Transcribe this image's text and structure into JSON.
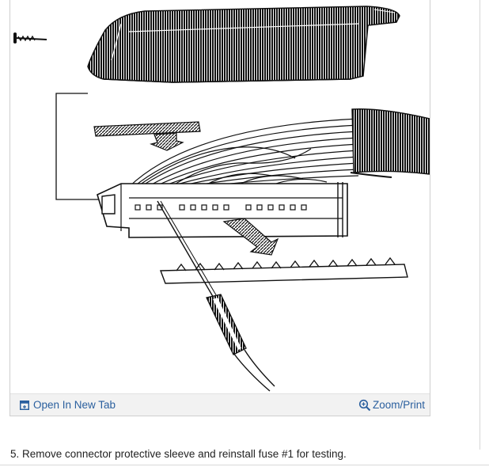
{
  "figure": {
    "alt_description": "",
    "toolbar": {
      "open_new_tab_label": "Open In New Tab",
      "zoom_print_label": "Zoom/Print"
    }
  },
  "instructions": {
    "step_number": "5.",
    "step_text": "Remove connector protective sleeve and reinstall fuse #1 for testing."
  },
  "icons": {
    "open_new_tab": "open-in-new-tab-icon",
    "zoom": "magnifier-zoom-icon"
  },
  "colors": {
    "link": "#2a5f9e",
    "toolbar_bg": "#f2f2f2",
    "border": "#cfcfcf",
    "text": "#222222"
  }
}
